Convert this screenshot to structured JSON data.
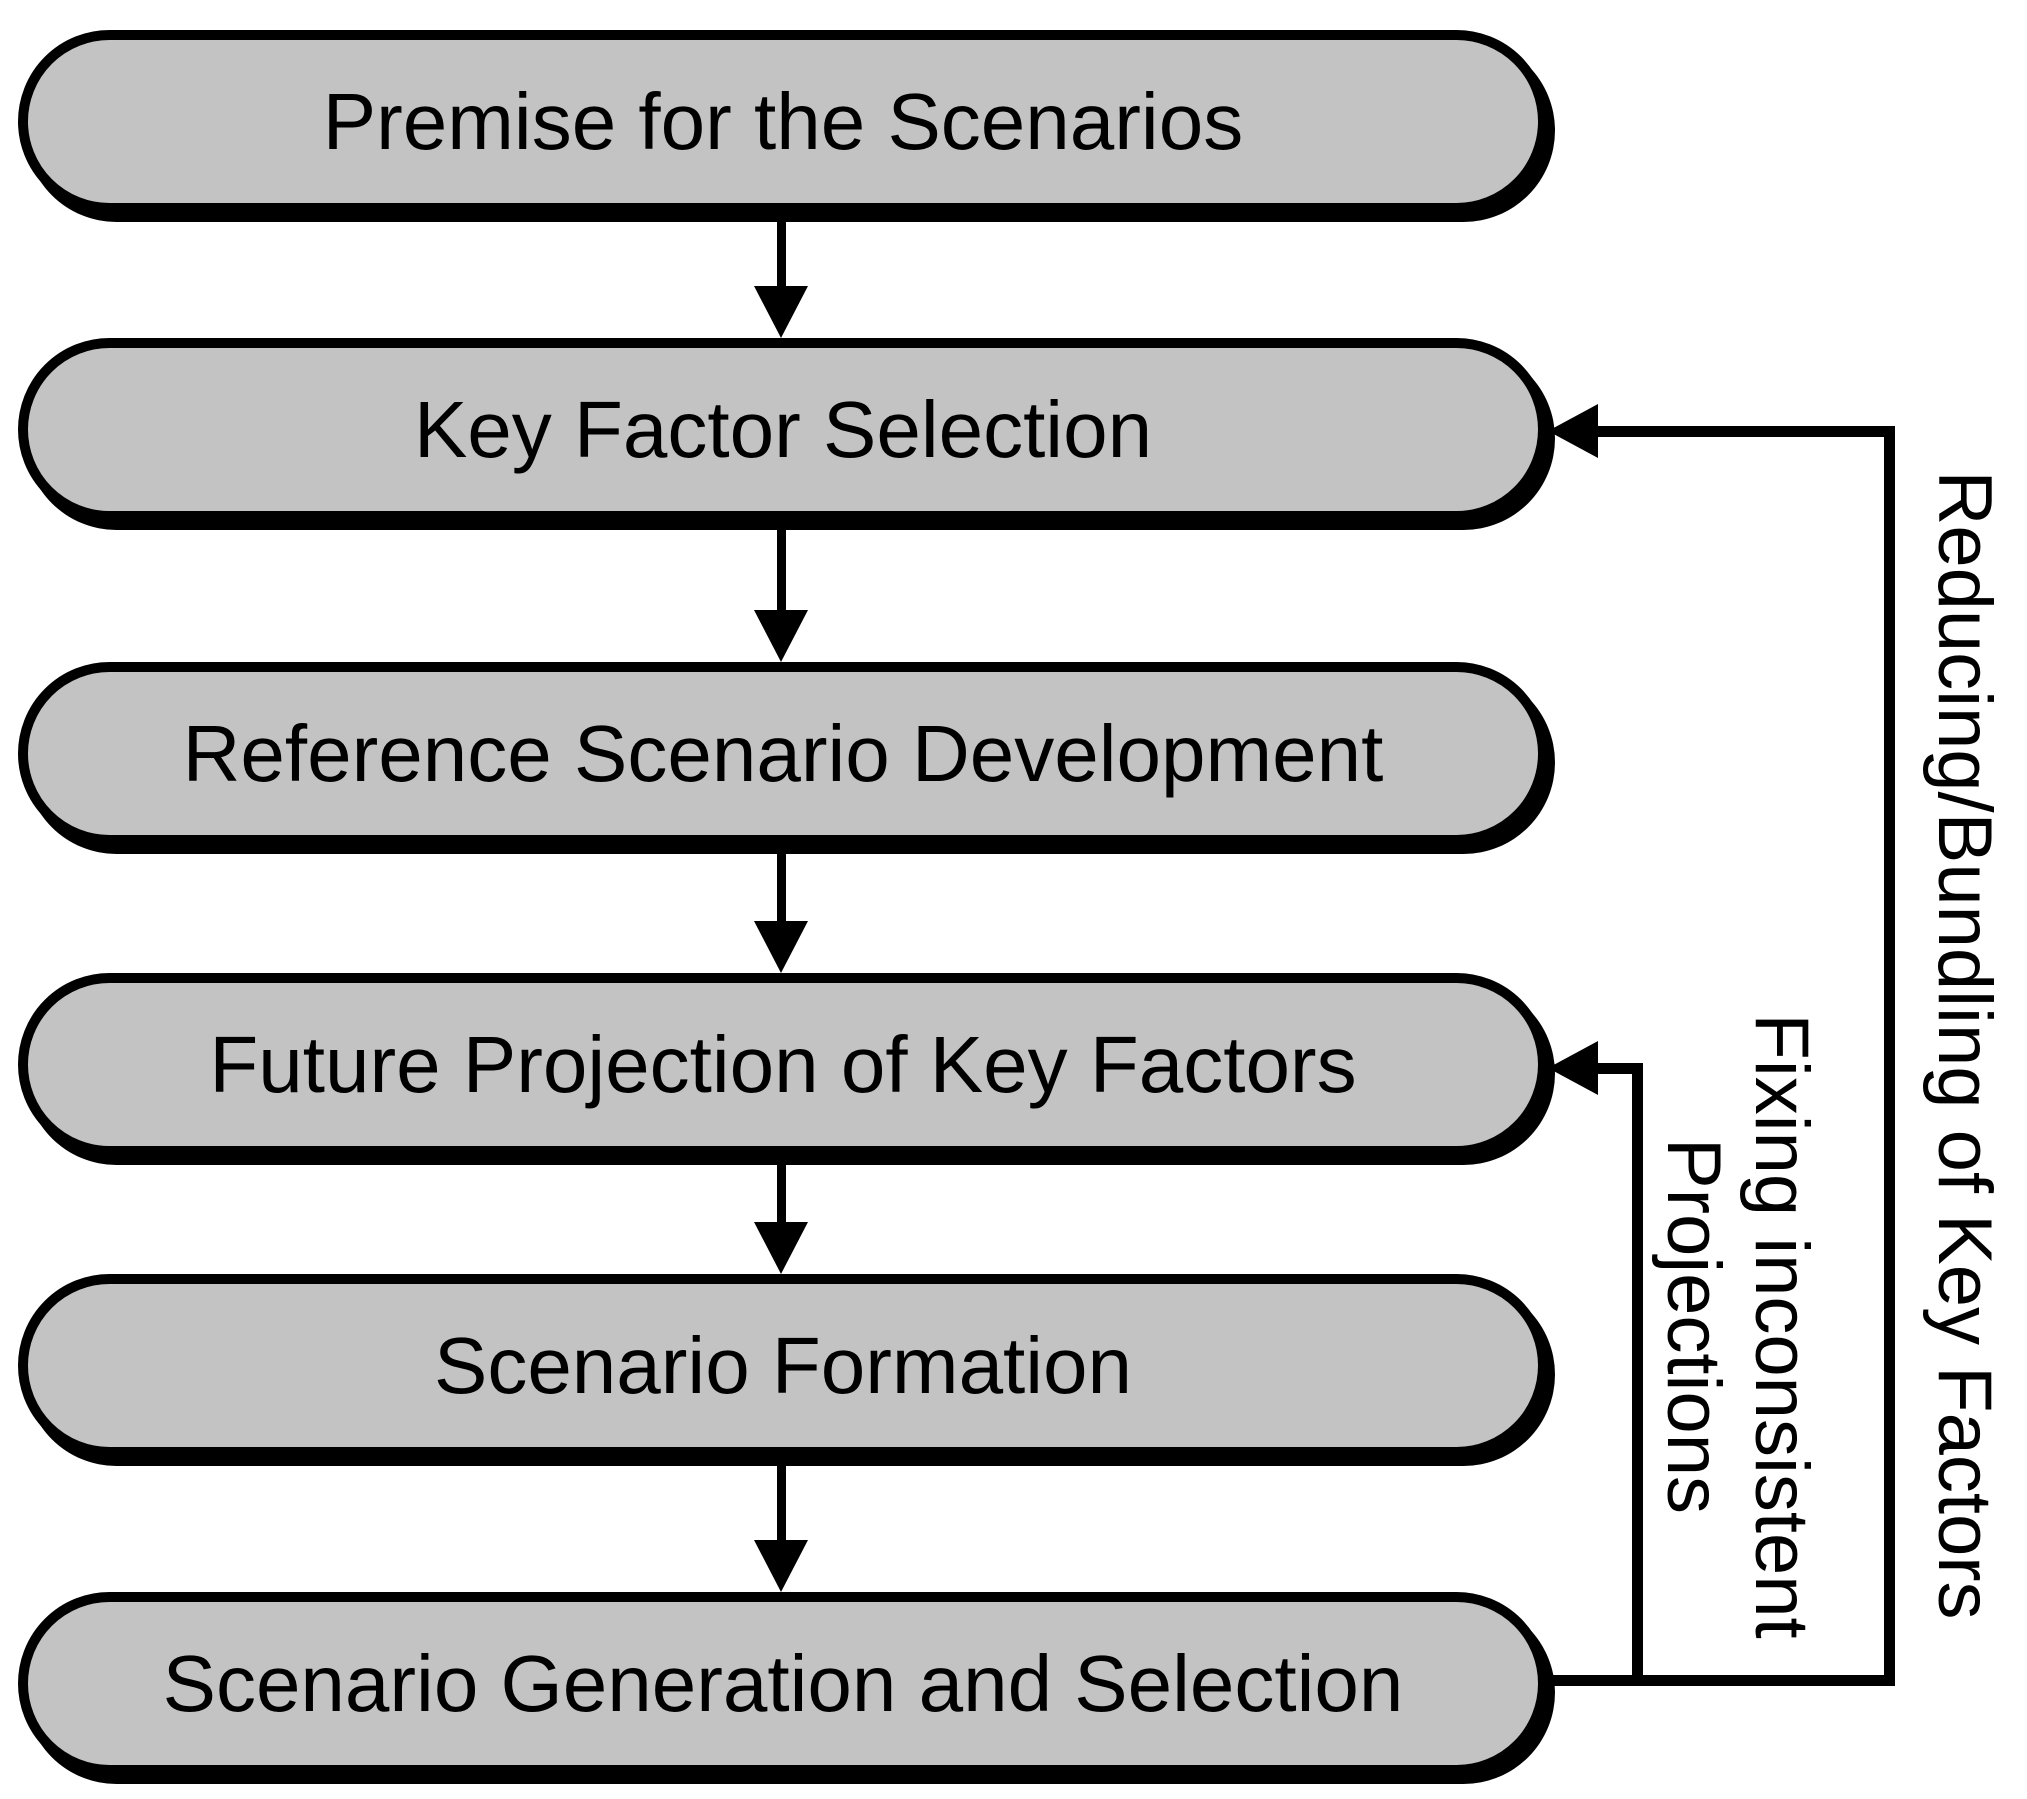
{
  "flowchart": {
    "background_color": "#ffffff",
    "node_fill_color": "#c3c3c3",
    "node_border_color": "#000000",
    "text_color": "#000000",
    "boxes": [
      {
        "label": "Premise for the Scenarios"
      },
      {
        "label": "Key Factor Selection"
      },
      {
        "label": "Reference Scenario Development"
      },
      {
        "label": "Future Projection of Key Factors"
      },
      {
        "label": "Scenario Formation"
      },
      {
        "label": "Scenario Generation and Selection"
      }
    ],
    "arrows": [
      {
        "from": "Premise for the Scenarios",
        "to": "Key Factor Selection"
      },
      {
        "from": "Key Factor Selection",
        "to": "Reference Scenario Development"
      },
      {
        "from": "Reference Scenario Development",
        "to": "Future Projection of Key Factors"
      },
      {
        "from": "Future Projection of Key Factors",
        "to": "Scenario Formation"
      },
      {
        "from": "Scenario Formation",
        "to": "Scenario Generation and Selection"
      }
    ],
    "feedback_loops": [
      {
        "label": "Reducing/Bundling of Key Factors",
        "from": "Scenario Generation and Selection",
        "to": "Key Factor Selection"
      },
      {
        "label_line1": "Fixing inconsistent",
        "label_line2": "Projections",
        "from": "Scenario Generation and Selection",
        "to": "Future Projection of Key Factors"
      }
    ]
  }
}
